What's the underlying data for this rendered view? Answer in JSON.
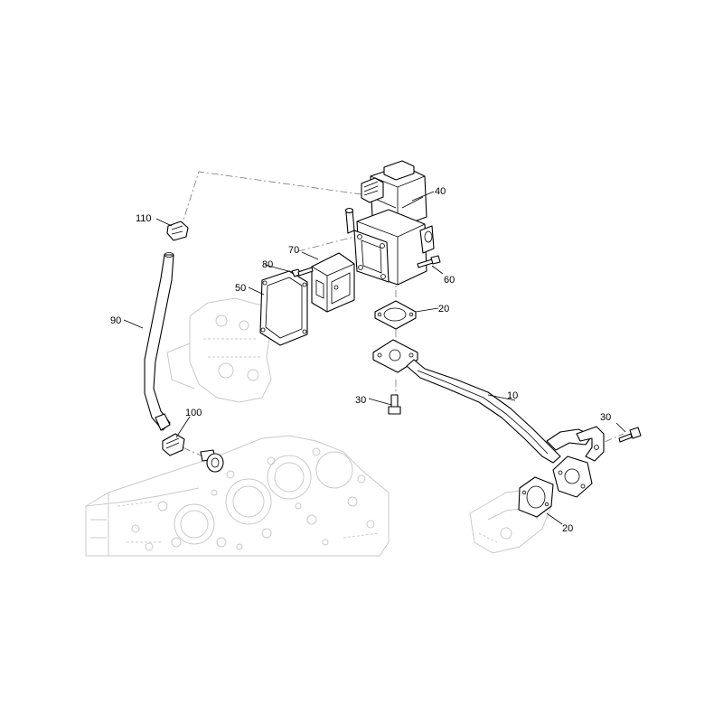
{
  "callouts": [
    {
      "id": "c10",
      "text": "10"
    },
    {
      "id": "c20a",
      "text": "20"
    },
    {
      "id": "c20b",
      "text": "20"
    },
    {
      "id": "c30a",
      "text": "30"
    },
    {
      "id": "c30b",
      "text": "30"
    },
    {
      "id": "c40",
      "text": "40"
    },
    {
      "id": "c50",
      "text": "50"
    },
    {
      "id": "c60",
      "text": "60"
    },
    {
      "id": "c70",
      "text": "70"
    },
    {
      "id": "c80",
      "text": "80"
    },
    {
      "id": "c90",
      "text": "90"
    },
    {
      "id": "c100",
      "text": "100"
    },
    {
      "id": "c110",
      "text": "110"
    }
  ]
}
